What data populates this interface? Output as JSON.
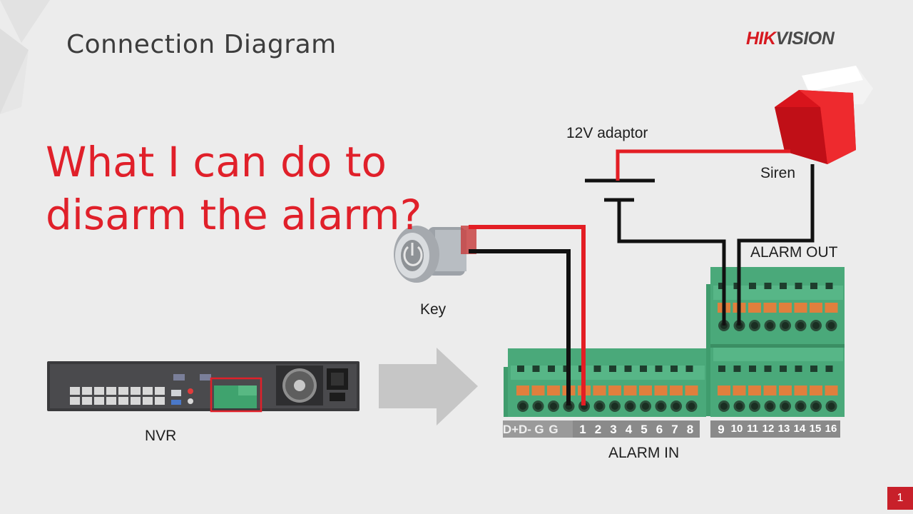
{
  "slide": {
    "title": "Connection Diagram",
    "question_line1": "What I can do to",
    "question_line2": "disarm the alarm?",
    "page_number": "1"
  },
  "logo": {
    "hik": "HIK",
    "vision": "VISION"
  },
  "labels": {
    "adaptor": "12V adaptor",
    "siren": "Siren",
    "key": "Key",
    "alarm_out": "ALARM OUT",
    "alarm_in": "ALARM IN",
    "nvr": "NVR"
  },
  "terminals": {
    "lower_left": [
      "D+",
      "D-",
      "G",
      "G",
      "1",
      "2",
      "3",
      "4",
      "5",
      "6",
      "7",
      "8"
    ],
    "lower_right": [
      "9",
      "10",
      "11",
      "12",
      "13",
      "14",
      "15",
      "16"
    ]
  },
  "colors": {
    "accent_red": "#e0202a",
    "wire_red": "#e31e24",
    "wire_black": "#111111",
    "terminal_green": "#4aa97a"
  }
}
